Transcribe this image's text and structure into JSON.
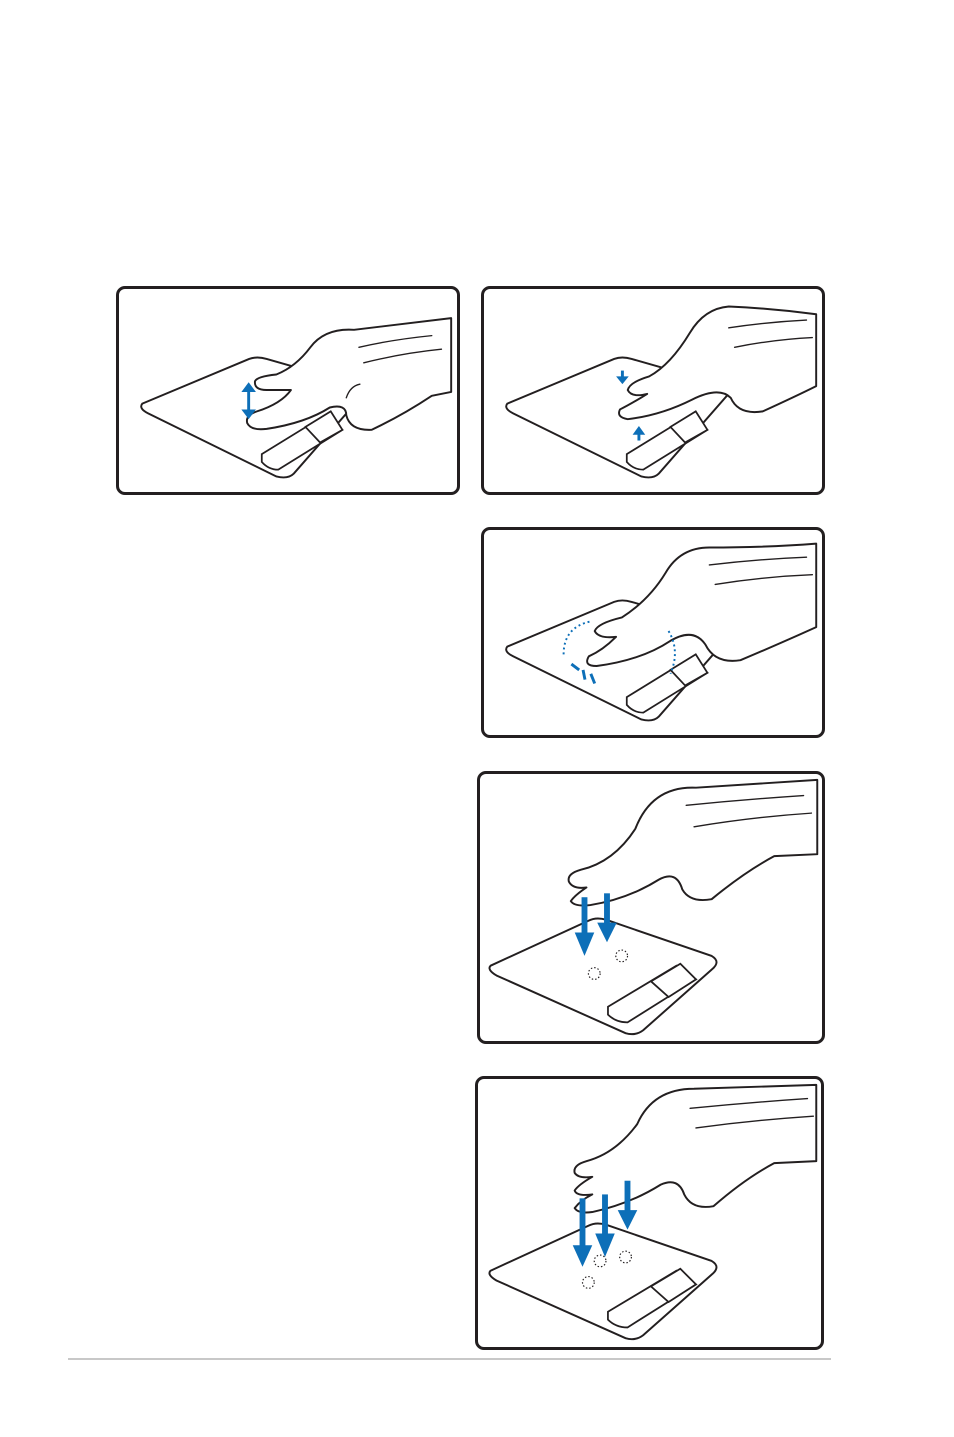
{
  "figures": [
    {
      "id": "two-finger-scroll",
      "icon": "two-finger-scroll-gesture-icon",
      "accent": "#0d6fb8"
    },
    {
      "id": "two-finger-pinch",
      "icon": "two-finger-pinch-gesture-icon",
      "accent": "#0d6fb8"
    },
    {
      "id": "two-finger-rotate",
      "icon": "two-finger-rotate-gesture-icon",
      "accent": "#0d6fb8"
    },
    {
      "id": "two-finger-tap",
      "icon": "two-finger-tap-gesture-icon",
      "accent": "#0d6fb8"
    },
    {
      "id": "three-finger-tap",
      "icon": "three-finger-tap-gesture-icon",
      "accent": "#0d6fb8"
    }
  ],
  "colors": {
    "frame": "#231f20",
    "accent": "#0d6fb8",
    "rule": "#c8c8c8"
  }
}
